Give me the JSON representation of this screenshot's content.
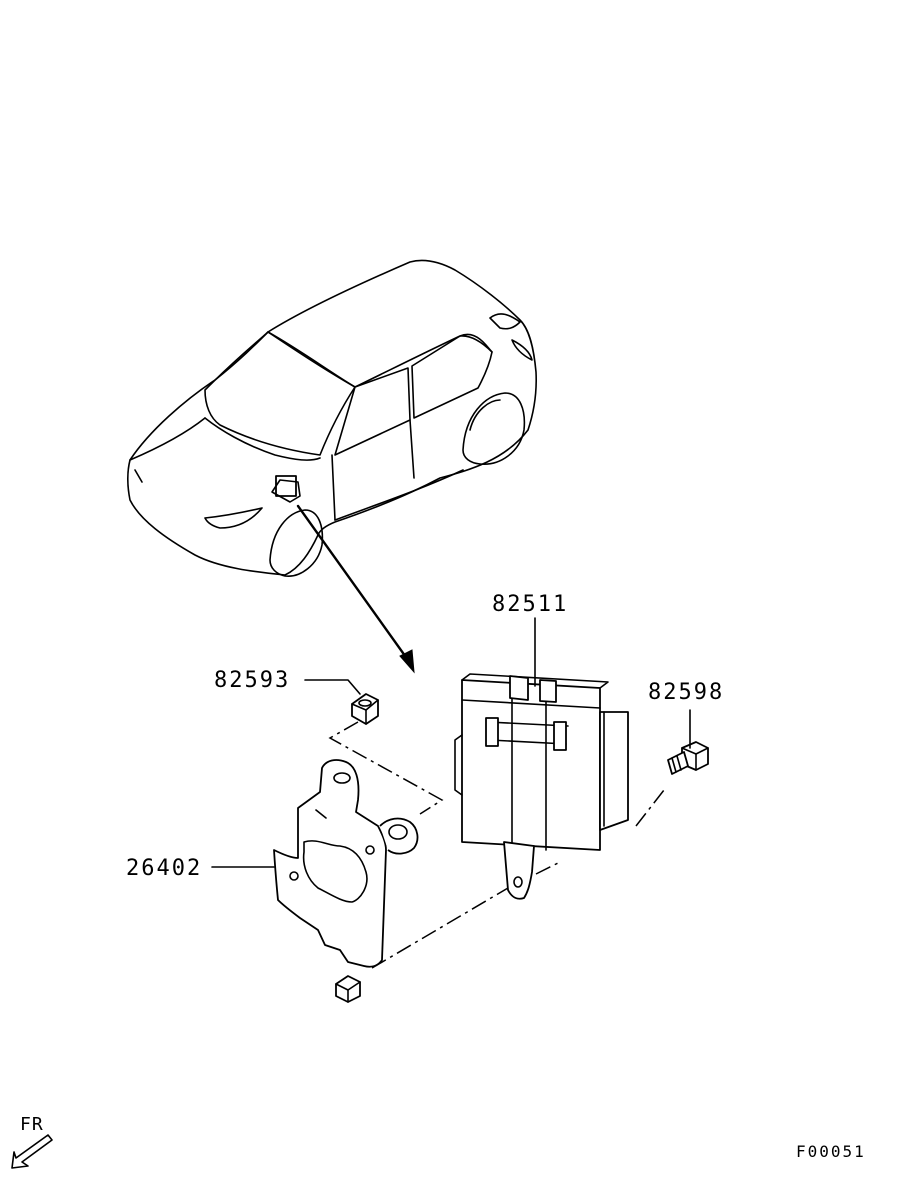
{
  "callouts": {
    "ecu": "82511",
    "nut": "82593",
    "bolt": "82598",
    "bracket": "26402"
  },
  "direction_label": "FR",
  "figure_code": "F00051",
  "icons": {
    "vehicle": "car-outline-icon",
    "direction": "front-arrow-icon"
  }
}
